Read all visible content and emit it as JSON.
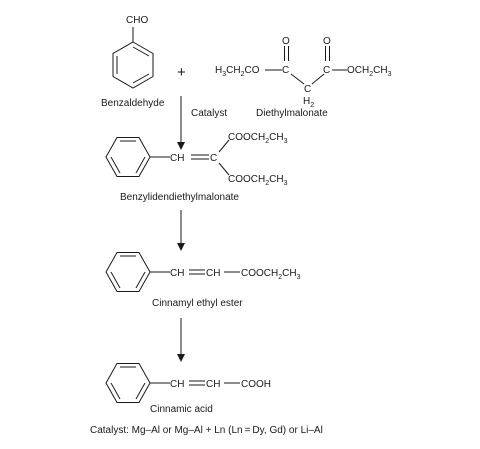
{
  "reactants": {
    "benzaldehyde": {
      "group": "CHO",
      "name": "Benzaldehyde"
    },
    "plus": "+",
    "diethylmalonate": {
      "left_group": [
        "H",
        "3",
        "CH",
        "2",
        "CO"
      ],
      "carbonyl_o": "O",
      "left_c": "C",
      "center_c": "C",
      "center_h": [
        "H",
        "2"
      ],
      "right_c": "C",
      "right_group": [
        "OCH",
        "2",
        "CH",
        "3"
      ],
      "name": "Diethylmalonate"
    }
  },
  "step1_label": "Catalyst",
  "intermediate1": {
    "ch": "CH",
    "c": "C",
    "top": [
      "COOCH",
      "2",
      "CH",
      "3"
    ],
    "bottom": [
      "COOCH",
      "2",
      "CH",
      "3"
    ],
    "name": "Benzylidendiethylmalonate"
  },
  "intermediate2": {
    "ch1": "CH",
    "ch2": "CH",
    "tail": [
      "COOCH",
      "2",
      "CH",
      "3"
    ],
    "name": "Cinnamyl ethyl ester"
  },
  "product": {
    "ch1": "CH",
    "ch2": "CH",
    "tail": "COOH",
    "name": "Cinnamic acid"
  },
  "footnote": "Catalyst: Mg–Al or Mg–Al + Ln (Ln = Dy, Gd) or Li–Al"
}
